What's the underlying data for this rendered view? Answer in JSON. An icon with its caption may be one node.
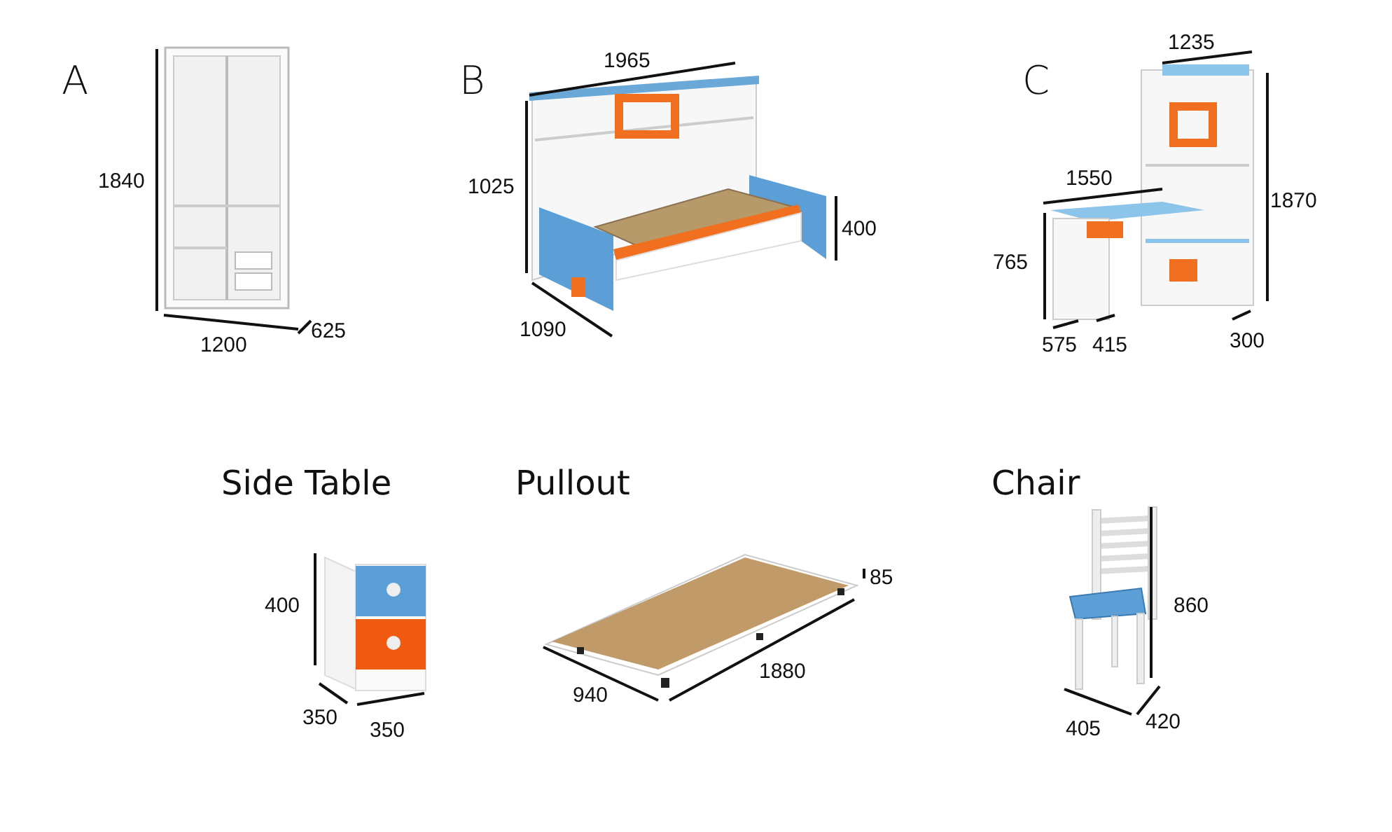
{
  "diagram": {
    "labels": [
      "A",
      "1840",
      "1200",
      "625",
      "B",
      "1965",
      "1025",
      "400",
      "1090",
      "C",
      "1235",
      "1550",
      "1870",
      "765",
      "575",
      "415",
      "300",
      "Side Table",
      "400",
      "350",
      "350",
      "Pullout",
      "85",
      "940",
      "1880",
      "Chair",
      "860",
      "405",
      "420"
    ]
  }
}
